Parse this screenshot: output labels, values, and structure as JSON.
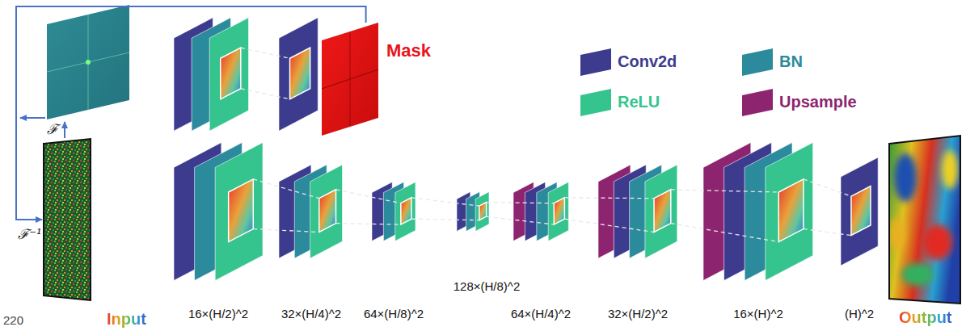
{
  "diagram": {
    "nodes": [
      {
        "text": [
          "Input"
        ]
      },
      {
        "text": [
          "Mask"
        ]
      },
      {
        "text": [
          "Output"
        ]
      }
    ],
    "edges": [
      {
        "from": 1,
        "to": 0,
        "arrow": "to",
        "label": "ℱ⁻¹"
      }
    ],
    "labels": [
      "220",
      "ℱ",
      "16×(H/2)^2",
      "32×(H/4)^2",
      "64×(H/8)^2",
      "128×(H/8)^2",
      "64×(H/4)^2",
      "32×(H/2)^2",
      "16×(H)^2",
      "(H)^2"
    ],
    "legend": [
      {
        "text": "Conv2d",
        "color": "#3d3b8e"
      },
      {
        "text": "BN",
        "color": "#2b8a9b"
      },
      {
        "text": "ReLU",
        "color": "#35c48e"
      },
      {
        "text": "Upsample",
        "color": "#8d2470"
      }
    ]
  }
}
